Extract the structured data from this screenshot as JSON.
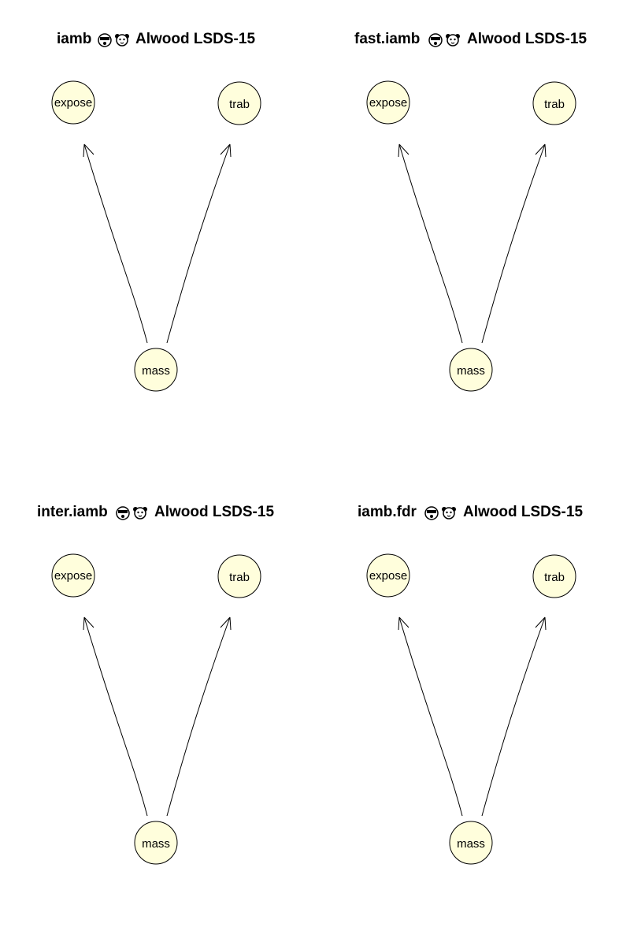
{
  "panels": [
    {
      "algorithm": "iamb",
      "suffix": "Alwood LSDS-15",
      "nodes": {
        "expose": "expose",
        "trab": "trab",
        "mass": "mass"
      },
      "edges": [
        {
          "from": "mass",
          "to": "expose"
        },
        {
          "from": "mass",
          "to": "trab"
        }
      ]
    },
    {
      "algorithm": "fast.iamb",
      "suffix": "Alwood LSDS-15",
      "nodes": {
        "expose": "expose",
        "trab": "trab",
        "mass": "mass"
      },
      "edges": [
        {
          "from": "mass",
          "to": "expose"
        },
        {
          "from": "mass",
          "to": "trab"
        }
      ]
    },
    {
      "algorithm": "inter.iamb",
      "suffix": "Alwood LSDS-15",
      "nodes": {
        "expose": "expose",
        "trab": "trab",
        "mass": "mass"
      },
      "edges": [
        {
          "from": "mass",
          "to": "expose"
        },
        {
          "from": "mass",
          "to": "trab"
        }
      ]
    },
    {
      "algorithm": "iamb.fdr",
      "suffix": "Alwood LSDS-15",
      "nodes": {
        "expose": "expose",
        "trab": "trab",
        "mass": "mass"
      },
      "edges": [
        {
          "from": "mass",
          "to": "expose"
        },
        {
          "from": "mass",
          "to": "trab"
        }
      ]
    }
  ],
  "icons": {
    "first": "face-icon",
    "second": "bear-face-icon"
  },
  "colors": {
    "node_fill": "#fffedc",
    "node_stroke": "#000000",
    "edge": "#000000"
  }
}
